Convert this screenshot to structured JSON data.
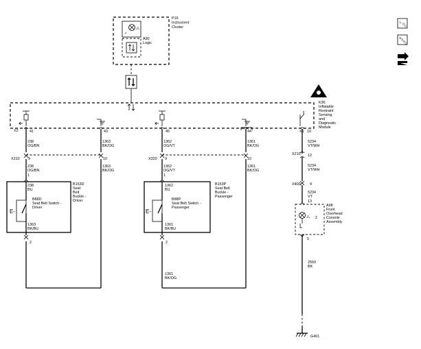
{
  "legend": {
    "loc_label": "LOC",
    "desc_label": "DESC",
    "loc_icon": "location-code-icon",
    "desc_icon": "description-icon",
    "connector_icon": "connector-hand-icon"
  },
  "modules": {
    "p16": {
      "ref": "P16",
      "name_1": "Instrument",
      "name_2": "Cluster"
    },
    "a90": {
      "ref": "A90",
      "name": "Logic"
    },
    "k36": {
      "ref": "K36",
      "name_1": "Inflatable",
      "name_2": "Restraint",
      "name_3": "Sensing",
      "name_4": "and",
      "name_5": "Diagnostic",
      "name_6": "Module"
    },
    "b153d": {
      "ref": "B153D",
      "name_1": "Seat",
      "name_2": "Belt",
      "name_3": "Buckle -",
      "name_4": "Driver"
    },
    "b153p": {
      "ref": "B153P",
      "name_1": "Seat Belt",
      "name_2": "Buckle -",
      "name_3": "Passenger"
    },
    "b88d": {
      "ref": "B88D",
      "name_1": "Seat Belt Switch -",
      "name_2": "Driver"
    },
    "b88p": {
      "ref": "B88P",
      "name_1": "Seat Belt Switch -",
      "name_2": "Passenger"
    },
    "a98": {
      "ref": "A98",
      "name_1": "Front",
      "name_2": "Overhead",
      "name_3": "Console",
      "name_4": "Assembly"
    }
  },
  "connectors": {
    "x2": "X2",
    "x1": "X1",
    "x310": "X310",
    "x320": "X320",
    "x210": "X210",
    "x400": "X400"
  },
  "pins": {
    "x2_41": "41",
    "x2_43": "43",
    "x2_45": "45",
    "x2_44": "44",
    "x1_10": "10",
    "x310_9": "9",
    "x310_10": "10",
    "x320_9": "9",
    "x320_10": "10",
    "x210_12": "12",
    "x400_4": "4",
    "b153d_1": "1",
    "b153d_2": "2",
    "b153p_1": "1",
    "b153p_2": "2",
    "a98_13": "13",
    "a98_2": "2",
    "a98_5": "5"
  },
  "wires": {
    "c238": "238",
    "og_bn": "OG/BN",
    "c1363": "1363",
    "bk_og": "BK/OG",
    "c1362": "1362",
    "og_vt": "OG/VT",
    "c1361": "1361",
    "c5234": "5234",
    "vt_wh": "VT/WH",
    "vt": "VT",
    "bu": "BU",
    "bk_bu": "BK/BU",
    "c2550": "2550",
    "bk": "BK"
  },
  "ground": {
    "g401": "G401"
  }
}
